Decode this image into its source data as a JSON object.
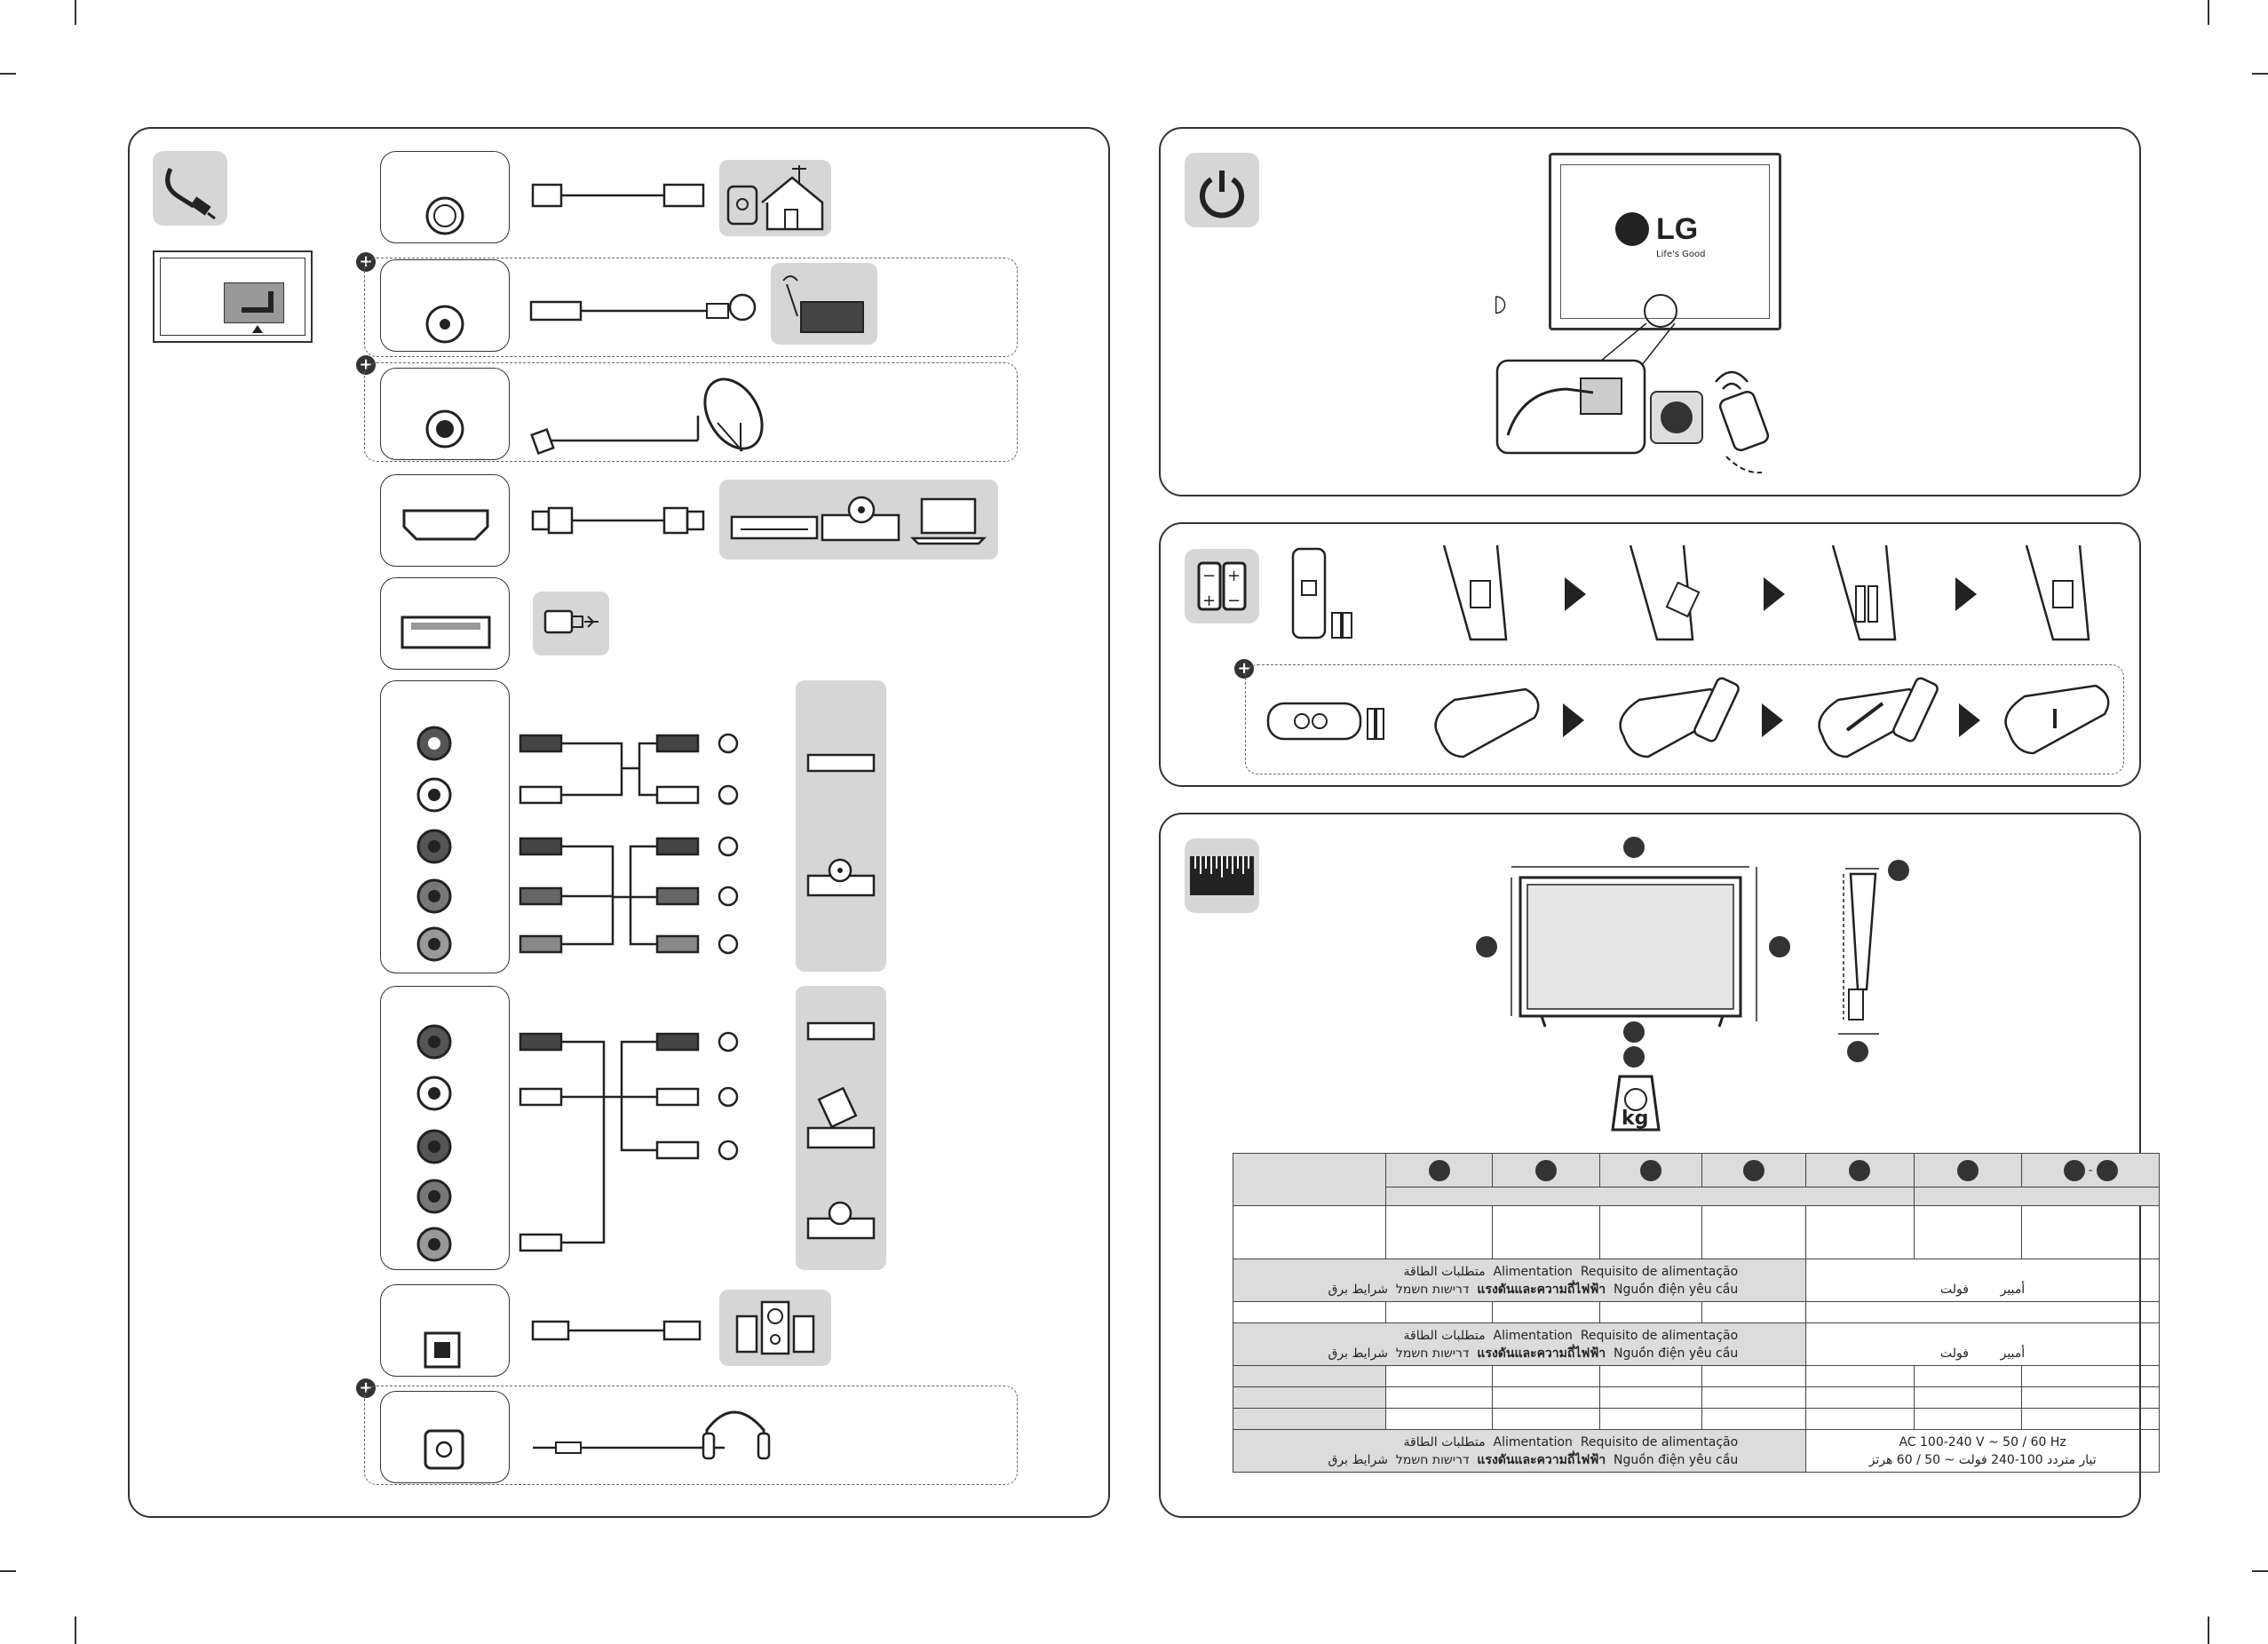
{
  "brand": {
    "name": "LG",
    "slogan": "Life's Good"
  },
  "power_req": {
    "arabic": "متطلبات الطاقة",
    "french": "Alimentation",
    "portuguese": "Requisito de alimentação",
    "hebrew": "דרישות חשמל",
    "arabic2": "شرايط برق",
    "thai": "แรงดันและความถี่ไฟฟ้า",
    "vietnamese": "Nguồn điện yêu cầu"
  },
  "units": {
    "ampere": "أمبير",
    "volt": "فولت"
  },
  "ac_spec": {
    "latin": "AC 100-240 V ~ 50 / 60 Hz",
    "arabic": "تيار متردد 100-240 فولت ~ 50 / 60 هرتز"
  },
  "weight_unit": "kg",
  "icons": {
    "connections": "cable-plug-icon",
    "power": "power-icon",
    "battery": "battery-icon",
    "dimensions": "ruler-icon"
  }
}
